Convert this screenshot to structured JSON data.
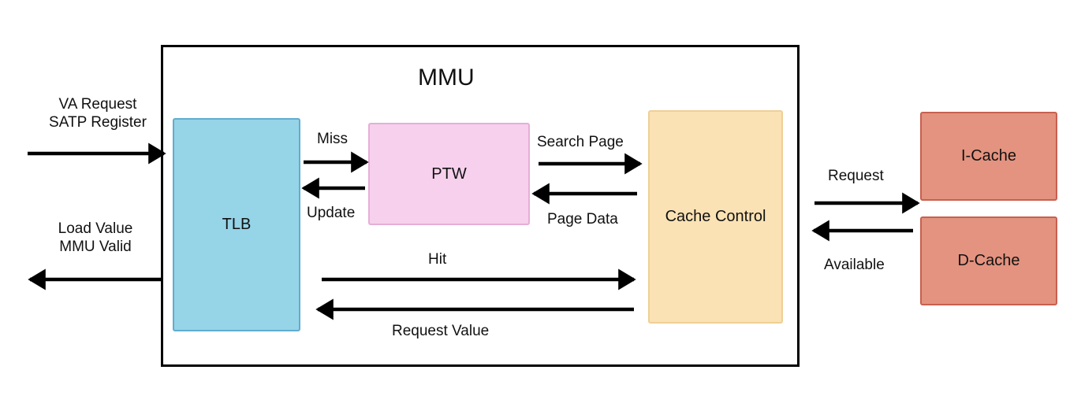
{
  "title": "MMU",
  "blocks": {
    "tlb": "TLB",
    "ptw": "PTW",
    "cache_control": "Cache Control",
    "icache": "I-Cache",
    "dcache": "D-Cache"
  },
  "labels": {
    "va_request": "VA Request",
    "satp_register": "SATP Register",
    "load_value": "Load Value",
    "mmu_valid": "MMU Valid",
    "miss": "Miss",
    "update": "Update",
    "search_page": "Search Page",
    "page_data": "Page Data",
    "hit": "Hit",
    "request_value": "Request Value",
    "request": "Request",
    "available": "Available"
  }
}
